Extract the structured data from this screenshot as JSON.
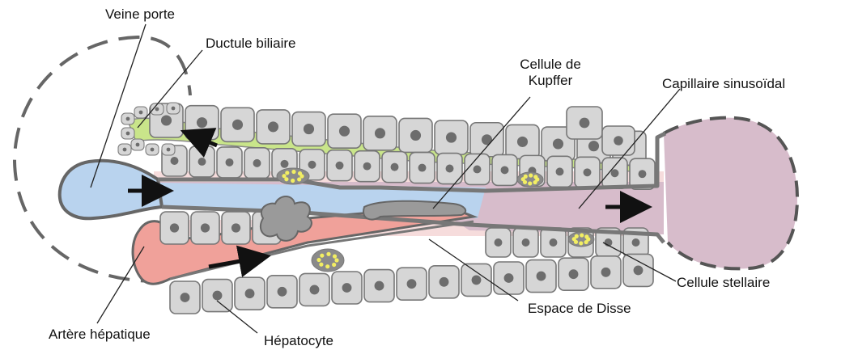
{
  "labels": {
    "veine_porte": "Veine porte",
    "ductule_biliaire": "Ductule biliaire",
    "cellule_kupffer_l1": "Cellule de",
    "cellule_kupffer_l2": "Kupffer",
    "capillaire_sinusoidal": "Capillaire sinusoïdal",
    "cellule_stellaire": "Cellule stellaire",
    "espace_disse": "Espace de Disse",
    "artere_hepatique": "Artère hépatique",
    "hepatocyte": "Hépatocyte"
  },
  "colors": {
    "portal_vein": "#b9d3ee",
    "bile": "#c9e58a",
    "artery": "#f0a19a",
    "sinusoid": "#d7bccb",
    "hepatocyte_fill": "#d6d6d6",
    "nucleus": "#6d6d6d",
    "membrane": "#777777",
    "disse": "#f6dcdc",
    "stellate_dots": "#f2ee63"
  }
}
